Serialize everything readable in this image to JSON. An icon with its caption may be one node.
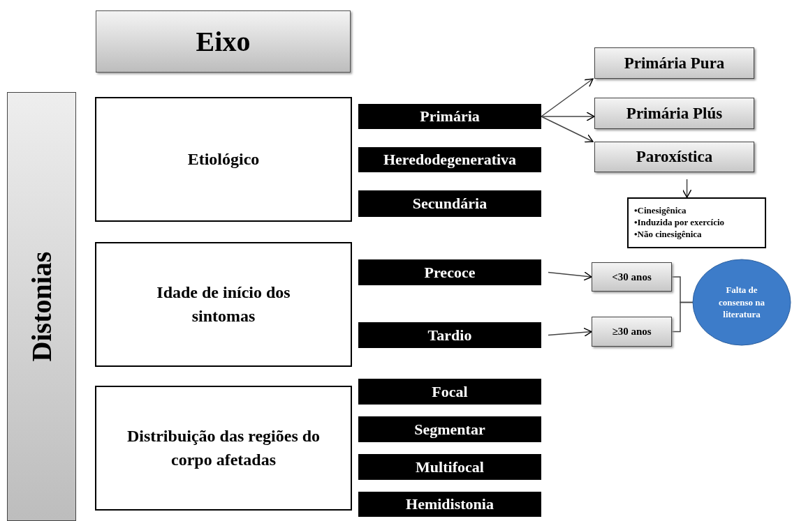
{
  "diagram": {
    "nodes": [
      {
        "text": [
          "Eixo"
        ]
      },
      {
        "text": [
          "Distonias"
        ]
      },
      {
        "text": [
          "Etiológico"
        ]
      },
      {
        "text": [
          "Idade de início dos sintomas"
        ]
      },
      {
        "text": [
          "Distribuição das regiões do corpo afetadas"
        ]
      },
      {
        "text": [
          "Primária"
        ]
      },
      {
        "text": [
          "Heredodegenerativa"
        ]
      },
      {
        "text": [
          "Secundária"
        ]
      },
      {
        "text": [
          "Precoce"
        ]
      },
      {
        "text": [
          "Tardio"
        ]
      },
      {
        "text": [
          "Focal"
        ]
      },
      {
        "text": [
          "Segmentar"
        ]
      },
      {
        "text": [
          "Multifocal"
        ]
      },
      {
        "text": [
          "Hemidistonia"
        ]
      },
      {
        "text": [
          "Primária Pura"
        ]
      },
      {
        "text": [
          "Primária Plús"
        ]
      },
      {
        "text": [
          "Paroxística"
        ]
      },
      {
        "text": [
          "•Cinesigênica",
          "•Induzida por exercício",
          "•Não cinesigênica"
        ]
      },
      {
        "text": [
          "<30 anos"
        ]
      },
      {
        "text": [
          "≥30 anos"
        ]
      },
      {
        "text": [
          "Falta de consenso na literatura"
        ]
      }
    ],
    "edges": [
      {
        "from": 5,
        "to": 14,
        "arrow": "to"
      },
      {
        "from": 5,
        "to": 15,
        "arrow": "to"
      },
      {
        "from": 5,
        "to": 16,
        "arrow": "to"
      },
      {
        "from": 16,
        "to": 17,
        "arrow": "to"
      },
      {
        "from": 8,
        "to": 18,
        "arrow": "to"
      },
      {
        "from": 9,
        "to": 19,
        "arrow": "to"
      },
      {
        "from": 18,
        "to": 20,
        "arrow": "none"
      },
      {
        "from": 19,
        "to": 20,
        "arrow": "none"
      }
    ]
  }
}
